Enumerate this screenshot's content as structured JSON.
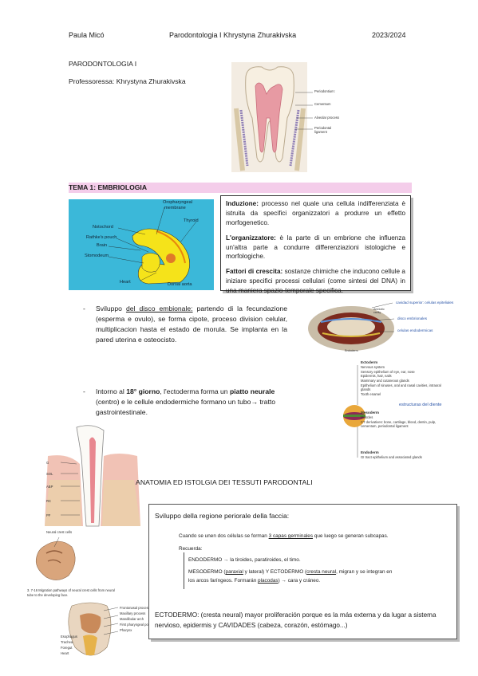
{
  "header": {
    "author": "Paula Micó",
    "course": "Parodontologia I Khrystyna Zhurakivska",
    "year": "2023/2024"
  },
  "intro": {
    "subject": "PARODONTOLOGIA I",
    "professor": "Professoressa: Khrystyna Zhurakivska"
  },
  "tooth_figure": {
    "labels": [
      "Periodontium:",
      "Cementum",
      "Alveolar process",
      "Periodontal",
      "ligament"
    ]
  },
  "section1": {
    "title": "TEMA 1: EMBRIOLOGIA"
  },
  "embryo_figure": {
    "labels": [
      "Oropharyngeal",
      "membrane",
      "Thyroid",
      "Notochord",
      "Rathke's pouch",
      "Brain",
      "Stomodeum",
      "Heart",
      "Dorsal aorta"
    ]
  },
  "definitions": {
    "induzione_term": "Induzione:",
    "induzione_text": " processo nel quale una cellula indifferenziata è istruita da specifici organizzatori a produrre un effetto morfogenetico.",
    "organizzatore_term": "L'organizzatore:",
    "organizzatore_text": " è la parte di un embrione che influenza un'altra parte a condurre differenziazioni istologiche e morfologiche.",
    "fattori_term": "Fattori di crescita:",
    "fattori_text": " sostanze chimiche che inducono cellule a iniziare specifici processi cellulari (come sintesi del DNA) in una maniera spazio-temporale specifica."
  },
  "bullets": {
    "b1_pre": "Sviluppo ",
    "b1_link": "del disco embionale:",
    "b1_post": " partendo di la fecundazione (esperma e ovulo), se forma cipote, proceso division celular, multiplicacion hasta el estado de morula. Se implanta en la pared uterina e osteocisto.",
    "b2_pre": "Intorno al ",
    "b2_bold1": "18° giorno",
    "b2_mid": ", l'ectoderma forma un ",
    "b2_bold2": "piatto neurale",
    "b2_post": " (centro) e le cellule endodermiche formano un tubo",
    "b2_arrow": "→",
    "b2_end": " tratto gastrointestinale."
  },
  "disc_figure": {
    "labels": [
      "cavidad superior: celulas epiteliales",
      "disco embrionales",
      "celulas endodermicas",
      "Amniotic",
      "cavity",
      "Endoderm"
    ]
  },
  "germ_layers_figure": {
    "ectoderm_title": "Ectoderm",
    "ectoderm_items": [
      "Nervous system",
      "Sensory epithelium of eye, ear, nose",
      "Epidermis, hair, nails",
      "Mammary and cutaneous glands",
      "Epithelium of sinuses, oral and nasal cavities, intraoral glands",
      "Tooth enamel"
    ],
    "middle_label": "estructuras del diente",
    "mesoderm_title": "Mesoderm",
    "mesoderm_items": [
      "Muscles",
      "CT derivatives: bone, cartilage, blood, dentin, pulp, cementum, periodontal ligament"
    ],
    "endoderm_title": "Endoderm",
    "endoderm_items": [
      "GI tract epithelium and associated glands"
    ]
  },
  "perio_figure": {
    "labels": [
      "G",
      "SOL",
      "ABP",
      "RC",
      "PF"
    ]
  },
  "section2": {
    "title": "ANATOMIA ED ISTOLGIA DEI TESSUTI PARODONTALI"
  },
  "facia_box": {
    "title": "Sviluppo della regione periorale della faccia:",
    "line1_pre": "Cuando se unen dos células se forman ",
    "line1_link": "3 capas germinales",
    "line1_post": " que luego se generan subcapas.",
    "recuerda": "Recuerda:",
    "endo": "ENDODERMO → la tiroides, paratiroides, el timo.",
    "meso_pre": "MESODERMO (",
    "meso_u1": "paraxial",
    "meso_mid1": " y lateral) Y ECTODERMO (",
    "meso_u2": "cresta neural",
    "meso_mid2": ", migran y se integran en",
    "meso_line2_pre": "los arcos faríngeos. Formarán ",
    "meso_u3": "placodas",
    "meso_line2_post": ") → cara y cráneo.",
    "ecto_summary": "ECTODERMO: (cresta neural) mayor proliferación porque es la más externa y da lugar a sistema nervioso, epidermis y CAVIDADES (cabeza, corazón, estómago...)"
  },
  "embryo_small_figure": {
    "labels": [
      "Neural crest cells",
      "3. 7-16 Migration pathways of neural crest cells from neural tube to the developing face."
    ]
  },
  "face_section_figure": {
    "labels": [
      "Frontonasal process",
      "Maxillary process",
      "Mandibular arch",
      "First pharyngeal pouch",
      "Pharynx",
      "Esophagus",
      "Trachea",
      "Foregut",
      "Heart"
    ]
  }
}
